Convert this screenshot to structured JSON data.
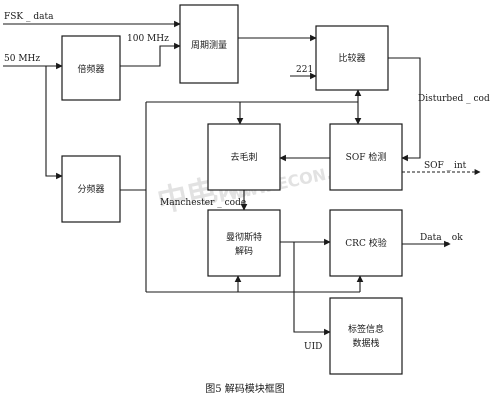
{
  "watermark": {
    "text": "中电网",
    "url": "www.ECON.com"
  },
  "blocks": {
    "multiplier": "倍频器",
    "period_measure": "周期测量",
    "comparator": "比较器",
    "divider": "分频器",
    "deglitch": "去毛刺",
    "sof_detect": "SOF 检测",
    "manchester_decode_1": "曼彻斯特",
    "manchester_decode_2": "解码",
    "crc_check": "CRC 校验",
    "tag_info_1": "标签信息",
    "tag_info_2": "数据栈"
  },
  "signals": {
    "fsk_data": "FSK _ data",
    "clk_50": "50 MHz",
    "clk_100": "100 MHz",
    "threshold": "221",
    "disturbed_code": "Disturbed _ code",
    "sof_int": "SOF _ int",
    "manchester_code": "Manchester _ code",
    "data_ok": "Data _ ok",
    "uid": "UID"
  },
  "caption": "图5 解码模块框图"
}
